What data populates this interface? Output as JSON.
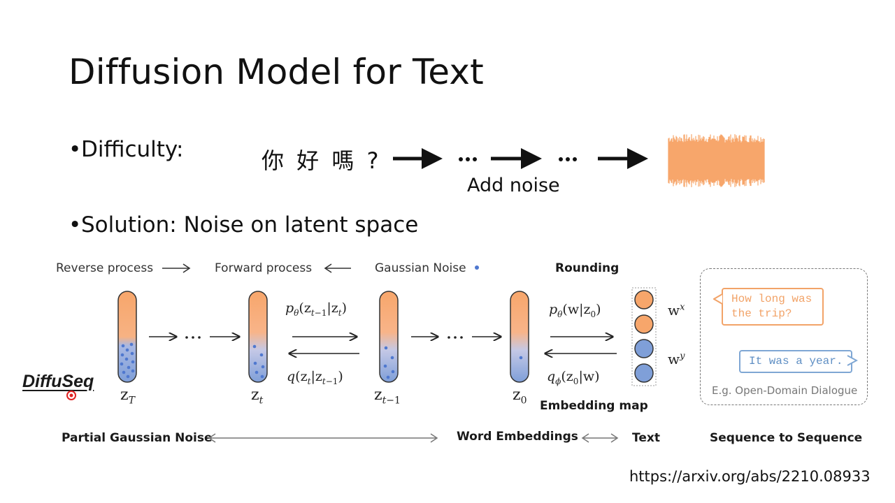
{
  "slide": {
    "title": "Diffusion Model for Text",
    "bullet_difficulty": "Difficulty:",
    "bullet_solution": "Solution: Noise on latent space",
    "chinese_text": "你 好 嗎 ?",
    "dots": "…",
    "add_noise": "Add noise",
    "url": "https://arxiv.org/abs/2210.08933"
  },
  "diagram": {
    "reverse_process": "Reverse process",
    "forward_process": "Forward process",
    "gaussian_noise": "Gaussian Noise",
    "rounding": "Rounding",
    "embedding_map": "Embedding map",
    "dots": "…",
    "p_transition": "pθ(zt−1|zt)",
    "q_transition": "q(zt|zt−1)",
    "p_rounding": "pθ(w|z0)",
    "q_embedding": "qϕ(z0|w)",
    "z_T": "zT",
    "z_t": "zt",
    "z_t_minus_1": "zt−1",
    "z_0": "z0",
    "w_x": "wx",
    "w_y": "wy",
    "bubble_question": "How long was\nthe trip?",
    "bubble_answer": "It was a year.",
    "dialogue_caption": "E.g. Open-Domain Dialogue",
    "bottom_partial_noise": "Partial Gaussian Noise",
    "bottom_word_embeddings": "Word Embeddings",
    "bottom_text": "Text",
    "bottom_seq2seq": "Sequence to Sequence"
  },
  "annotation": {
    "label": "DiffuSeq"
  },
  "colors": {
    "orange": "#f7a66b",
    "blue": "#7f9fd8",
    "dot_blue": "#4f78cf",
    "bubble_orange": "#f2a368",
    "bubble_blue": "#7fa7d4",
    "cursor_red": "#e02020"
  }
}
